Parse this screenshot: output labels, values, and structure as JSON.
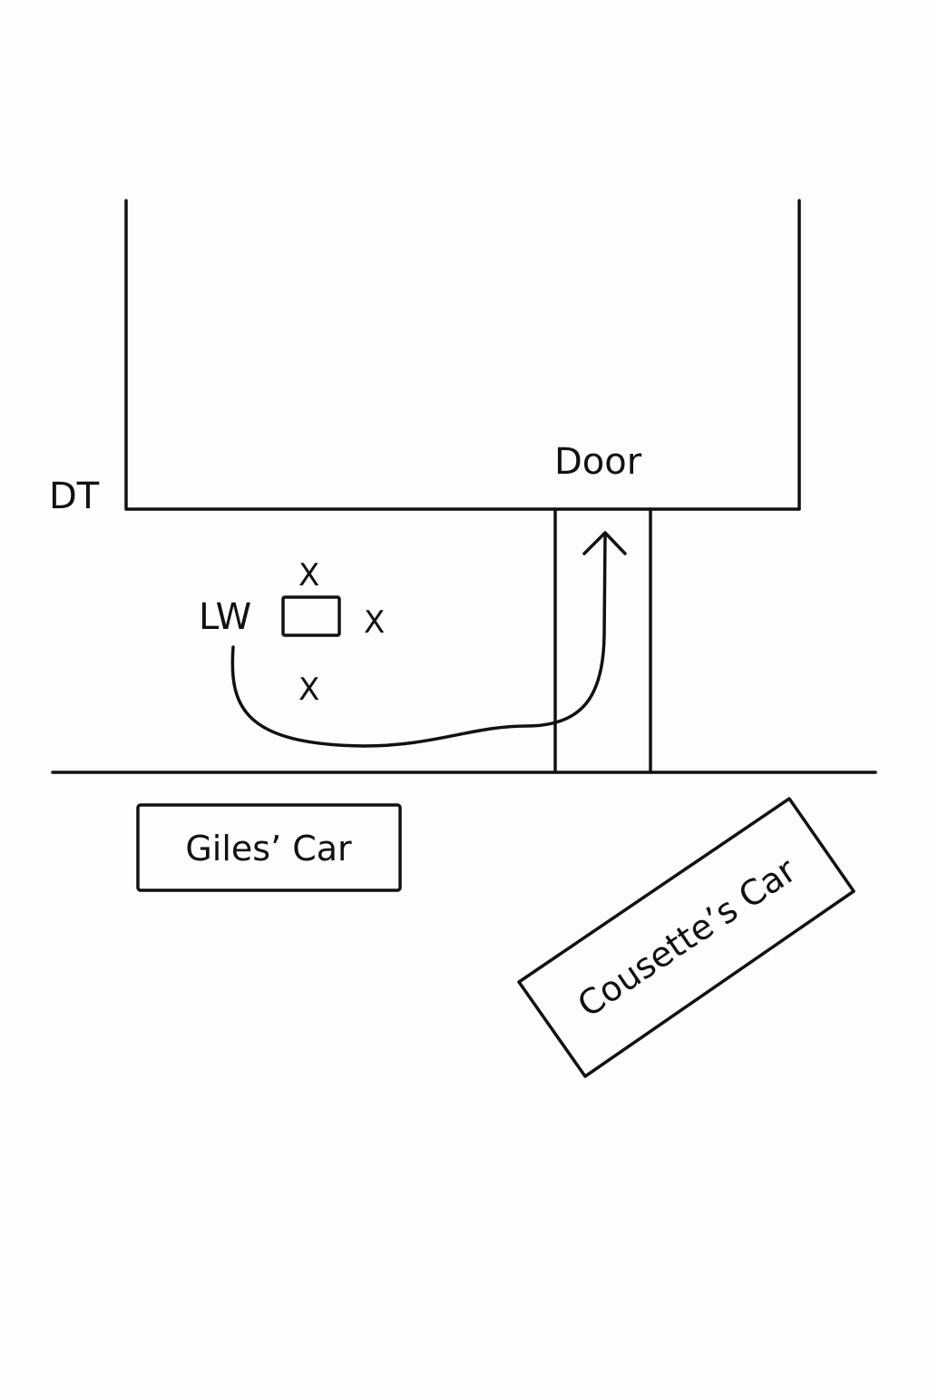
{
  "diagram": {
    "type": "scene-sketch",
    "colors": {
      "ink": "#111111",
      "background": "#fdfdfd"
    },
    "labels": {
      "building_corner": "DT",
      "door": "Door",
      "person": "LW",
      "object_marks": [
        "X",
        "X",
        "X"
      ],
      "car_1": "Giles’ Car",
      "car_2": "Cousette’s Car"
    },
    "elements": [
      {
        "id": "building",
        "kind": "open-rectangle",
        "description": "building outline, open at top"
      },
      {
        "id": "door-corridor",
        "kind": "path",
        "description": "two parallel lines from door to road"
      },
      {
        "id": "road-edge",
        "kind": "line",
        "description": "horizontal curb / road line"
      },
      {
        "id": "movement-path",
        "kind": "curved-arrow",
        "description": "path from LW curving to the door"
      },
      {
        "id": "lw-object",
        "kind": "small-rectangle",
        "description": "object next to LW surrounded by three X marks"
      },
      {
        "id": "giles-car",
        "kind": "rectangle"
      },
      {
        "id": "cousette-car",
        "kind": "rotated-rectangle"
      }
    ]
  }
}
